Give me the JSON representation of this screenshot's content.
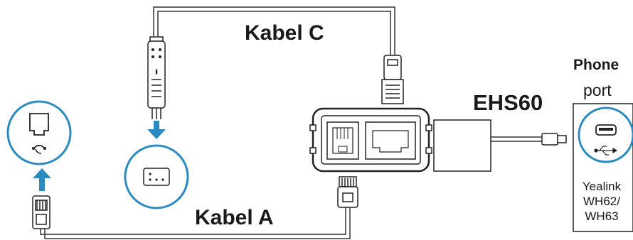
{
  "labels": {
    "kabel_c": "Kabel C",
    "kabel_a": "Kabel A",
    "ehs60": "EHS60",
    "phone": "Phone",
    "port": "port",
    "yealink_lines": [
      "Yealink",
      "WH62/",
      "WH63"
    ]
  },
  "colors": {
    "accent_blue": "#2a8ac2",
    "ink": "#1a1a1a",
    "line": "#333333"
  },
  "icons": {
    "headset_port": "telephone-jack-with-headset-icon",
    "six_pin_port": "six-pin-connector-icon",
    "usb_port": "usb-symbol-icon"
  }
}
